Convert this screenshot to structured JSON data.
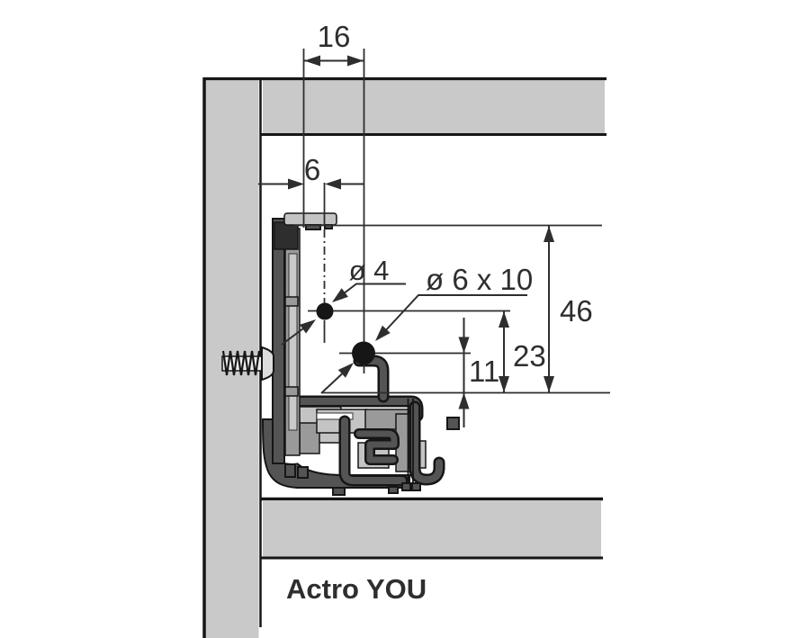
{
  "title": "Actro YOU",
  "labels": {
    "d16": "16",
    "d6": "6",
    "d46": "46",
    "d23": "23",
    "d11": "11",
    "hole_front": "ø 4",
    "hole_bottom": "ø 6 x 10"
  },
  "colors": {
    "ink": "#2e2e2e",
    "outline": "#161616",
    "panel": "#c9c9c9",
    "dark": "#545454",
    "mid": "#9a9a9a",
    "light": "#c4c4c4"
  }
}
